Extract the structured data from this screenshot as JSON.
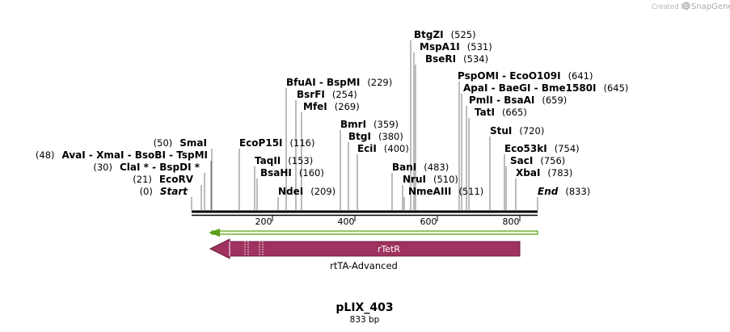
{
  "credit": {
    "prefix": "Created by",
    "brand": "SnapGene"
  },
  "plasmid": {
    "name": "pLIX_403",
    "length_label": "833 bp"
  },
  "sites": [
    {
      "key": "btgzi",
      "parts": [
        {
          "t": "BtgZI",
          "k": "n"
        }
      ],
      "pos": "(525)"
    },
    {
      "key": "mspa1i",
      "parts": [
        {
          "t": "MspA1I",
          "k": "n"
        }
      ],
      "pos": "(531)"
    },
    {
      "key": "bseri",
      "parts": [
        {
          "t": "BseRI",
          "k": "n"
        }
      ],
      "pos": "(534)"
    },
    {
      "key": "pspomi",
      "parts": [
        {
          "t": "PspOMI",
          "k": "n"
        },
        {
          "t": " - ",
          "k": "s"
        },
        {
          "t": "EcoO109I",
          "k": "n"
        }
      ],
      "pos": "(641)"
    },
    {
      "key": "apai",
      "parts": [
        {
          "t": "ApaI",
          "k": "n"
        },
        {
          "t": " - ",
          "k": "s"
        },
        {
          "t": "BaeGI",
          "k": "n"
        },
        {
          "t": " - ",
          "k": "s"
        },
        {
          "t": "Bme1580I",
          "k": "n"
        }
      ],
      "pos": "(645)"
    },
    {
      "key": "pmli",
      "parts": [
        {
          "t": "PmlI",
          "k": "n"
        },
        {
          "t": " - ",
          "k": "s"
        },
        {
          "t": "BsaAI",
          "k": "n"
        }
      ],
      "pos": "(659)"
    },
    {
      "key": "tati",
      "parts": [
        {
          "t": "TatI",
          "k": "n"
        }
      ],
      "pos": "(665)"
    },
    {
      "key": "stui",
      "parts": [
        {
          "t": "StuI",
          "k": "n"
        }
      ],
      "pos": "(720)"
    },
    {
      "key": "eco53ki",
      "parts": [
        {
          "t": "Eco53kI",
          "k": "n"
        }
      ],
      "pos": "(754)"
    },
    {
      "key": "saci",
      "parts": [
        {
          "t": "SacI",
          "k": "n"
        }
      ],
      "pos": "(756)"
    },
    {
      "key": "xbai",
      "parts": [
        {
          "t": "XbaI",
          "k": "n"
        }
      ],
      "pos": "(783)"
    },
    {
      "key": "end",
      "parts": [
        {
          "t": "End",
          "k": "bi"
        }
      ],
      "pos": "(833)"
    },
    {
      "key": "bfuai",
      "parts": [
        {
          "t": "BfuAI",
          "k": "n"
        },
        {
          "t": " - ",
          "k": "s"
        },
        {
          "t": "BspMI",
          "k": "n"
        }
      ],
      "pos": "(229)"
    },
    {
      "key": "bsrfi",
      "parts": [
        {
          "t": "BsrFI",
          "k": "n"
        }
      ],
      "pos": "(254)"
    },
    {
      "key": "mfei",
      "parts": [
        {
          "t": "MfeI",
          "k": "n"
        }
      ],
      "pos": "(269)"
    },
    {
      "key": "bmri",
      "parts": [
        {
          "t": "BmrI",
          "k": "n"
        }
      ],
      "pos": "(359)"
    },
    {
      "key": "btgi",
      "parts": [
        {
          "t": "BtgI",
          "k": "n"
        }
      ],
      "pos": "(380)"
    },
    {
      "key": "ecii",
      "parts": [
        {
          "t": "EciI",
          "k": "n"
        }
      ],
      "pos": "(400)"
    },
    {
      "key": "econ15i",
      "parts": [
        {
          "t": "EcoP15I",
          "k": "n"
        }
      ],
      "pos": "(116)"
    },
    {
      "key": "taqii",
      "parts": [
        {
          "t": "TaqII",
          "k": "n"
        }
      ],
      "pos": "(153)"
    },
    {
      "key": "bsahi",
      "parts": [
        {
          "t": "BsaHI",
          "k": "n"
        }
      ],
      "pos": "(160)"
    },
    {
      "key": "ndei",
      "parts": [
        {
          "t": "NdeI",
          "k": "n"
        }
      ],
      "pos": "(209)"
    },
    {
      "key": "bani",
      "parts": [
        {
          "t": "BanI",
          "k": "n"
        }
      ],
      "pos": "(483)"
    },
    {
      "key": "nrui",
      "parts": [
        {
          "t": "NruI",
          "k": "n"
        }
      ],
      "pos": "(510)"
    },
    {
      "key": "nmeaiii",
      "parts": [
        {
          "t": "NmeAIII",
          "k": "n"
        }
      ],
      "pos": "(511)"
    },
    {
      "key": "smai",
      "parts": [
        {
          "t": "SmaI",
          "k": "n"
        }
      ],
      "pos": "(50)"
    },
    {
      "key": "avai",
      "parts": [
        {
          "t": "AvaI",
          "k": "n"
        },
        {
          "t": " - ",
          "k": "s"
        },
        {
          "t": "XmaI",
          "k": "n"
        },
        {
          "t": " - ",
          "k": "s"
        },
        {
          "t": "BsoBI",
          "k": "n"
        },
        {
          "t": " - ",
          "k": "s"
        },
        {
          "t": "TspMI",
          "k": "n"
        }
      ],
      "pos": "(48)"
    },
    {
      "key": "clai",
      "parts": [
        {
          "t": "ClaI *",
          "k": "n"
        },
        {
          "t": " - ",
          "k": "s"
        },
        {
          "t": "BspDI *",
          "k": "n"
        }
      ],
      "pos": "(30)"
    },
    {
      "key": "ecorv",
      "parts": [
        {
          "t": "EcoRV",
          "k": "n"
        }
      ],
      "pos": "(21)"
    },
    {
      "key": "start",
      "parts": [
        {
          "t": "Start",
          "k": "bi"
        }
      ],
      "pos": "(0)"
    }
  ],
  "ruler": {
    "ticks": [
      "200",
      "400",
      "600",
      "800"
    ]
  },
  "features": [
    {
      "name": "rTetR",
      "color": "#a0325f",
      "container_label": "rtTA-Advanced"
    }
  ],
  "colors": {
    "primer_arrow": "#5a9e1a",
    "primer_fill": "#eefada"
  }
}
